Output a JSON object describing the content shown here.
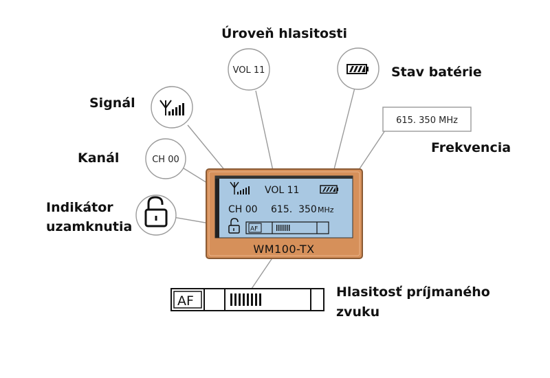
{
  "labels": {
    "volume_level": "Úroveň hlasitosti",
    "battery_status": "Stav batérie",
    "signal": "Signál",
    "channel": "Kanál",
    "frequency": "Frekvencia",
    "lock_indicator_line1": "Indikátor",
    "lock_indicator_line2": "uzamknutia",
    "audio_level_line1": "Hlasitosť príjmaného",
    "audio_level_line2": "zvuku"
  },
  "callouts": {
    "volume": "VOL 11",
    "channel": "CH 00",
    "frequency": "615. 350 MHz",
    "af": "AF"
  },
  "display": {
    "volume": "VOL 11",
    "channel": "CH 00",
    "frequency_value": "615.  350",
    "frequency_unit": "MHz",
    "af": "AF",
    "model": "WM100-TX"
  },
  "colors": {
    "device_frame": "#d6905a",
    "lcd_background": "#a9c8e2",
    "callout_stroke": "#9a9a9a"
  }
}
